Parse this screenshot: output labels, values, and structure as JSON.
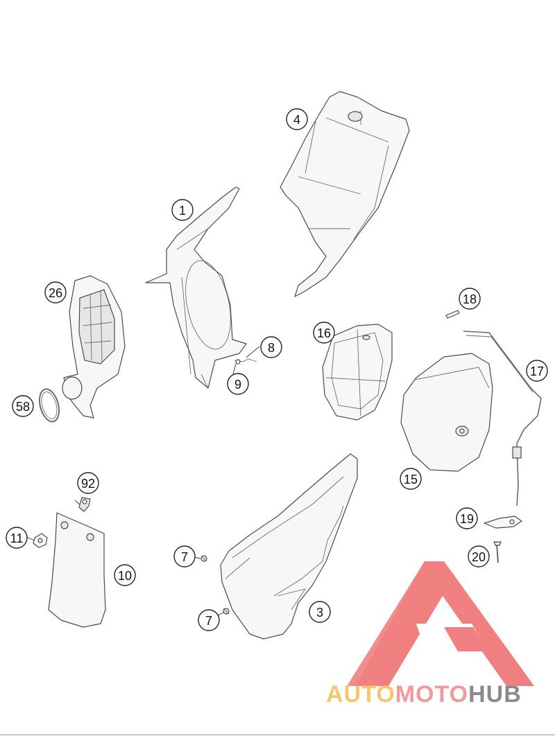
{
  "callouts": {
    "c1": "1",
    "c3": "3",
    "c4": "4",
    "c7a": "7",
    "c7b": "7",
    "c8": "8",
    "c9": "9",
    "c10": "10",
    "c11": "11",
    "c15": "15",
    "c16": "16",
    "c17": "17",
    "c18": "18",
    "c19": "19",
    "c20": "20",
    "c26": "26",
    "c58": "58",
    "c92": "92"
  },
  "watermark": {
    "part1": "AUTO",
    "part2": "MOTO",
    "part3": "HUB",
    "color_auto": "#f7c66b",
    "color_moto": "#f29a9a",
    "color_hub": "#8a8a8a",
    "logo_color": "#ee6a6a"
  }
}
